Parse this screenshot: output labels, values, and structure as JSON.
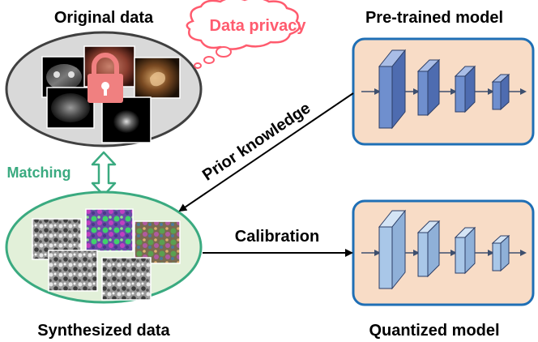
{
  "labels": {
    "original_data": "Original data",
    "data_privacy": "Data privacy",
    "pretrained_model": "Pre-trained model",
    "prior_knowledge": "Prior knowledge",
    "matching": "Matching",
    "calibration": "Calibration",
    "synthesized_data": "Synthesized data",
    "quantized_model": "Quantized model"
  },
  "colors": {
    "original_ellipse_fill": "#d9d9d9",
    "original_ellipse_stroke": "#404040",
    "synth_ellipse_fill": "#e2f0d9",
    "synth_ellipse_stroke": "#3aaa80",
    "privacy_cloud_stroke": "#ff5b6e",
    "privacy_text": "#ff5b6e",
    "lock": "#f08080",
    "matching": "#3aaa80",
    "model_box_fill": "#f8dcc6",
    "model_box_stroke": "#1f6fb5",
    "pretrained_block_fill": "#6f8fce",
    "pretrained_block_top": "#a9bde6",
    "quantized_block_fill": "#a9c7e8",
    "quantized_block_top": "#d4e4f5",
    "block_stroke": "#2c3e66",
    "arrow": "#000000",
    "model_arrow": "#3d4f6e"
  },
  "icons": [
    "lock-icon",
    "double-arrow-icon"
  ]
}
